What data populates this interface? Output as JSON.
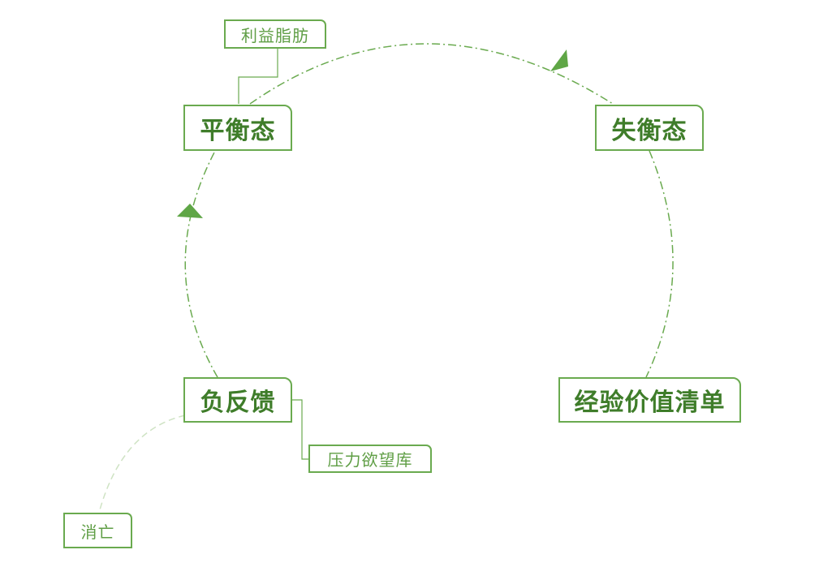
{
  "colors": {
    "accent": "#6aaa4f",
    "text": "#3f7d2a",
    "faint_connector": "#cfe3c4"
  },
  "nodes": {
    "balance": "平衡态",
    "imbalance": "失衡态",
    "experience_list": "经验价值清单",
    "negative_feedback": "负反馈",
    "interest_fat": "利益脂肪",
    "pressure_desire": "压力欲望库",
    "perish": "消亡"
  }
}
